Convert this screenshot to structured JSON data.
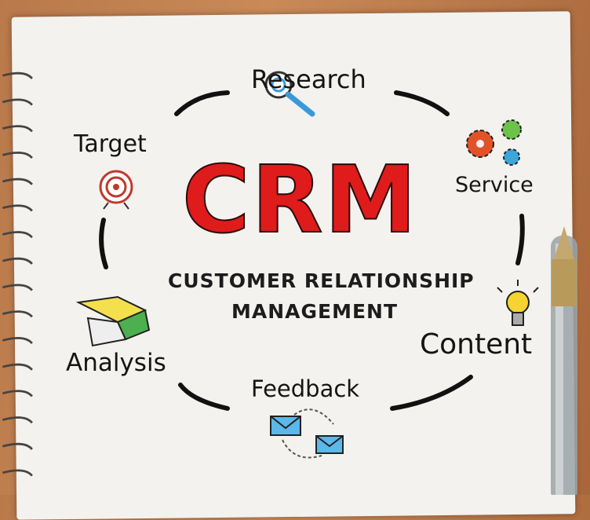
{
  "diagram": {
    "center_title": "CRM",
    "subtitle_line1": "CUSTOMER RELATIONSHIP",
    "subtitle_line2": "MANAGEMENT",
    "nodes": [
      {
        "label": "Research",
        "icon": "magnifier-icon"
      },
      {
        "label": "Service",
        "icon": "gears-icon"
      },
      {
        "label": "Content",
        "icon": "lightbulb-icon"
      },
      {
        "label": "Feedback",
        "icon": "envelopes-icon"
      },
      {
        "label": "Analysis",
        "icon": "pie-chart-icon"
      },
      {
        "label": "Target",
        "icon": "target-icon"
      }
    ],
    "colors": {
      "title": "#e01b1b",
      "ink": "#151515",
      "paper": "#f3f2ef"
    }
  }
}
